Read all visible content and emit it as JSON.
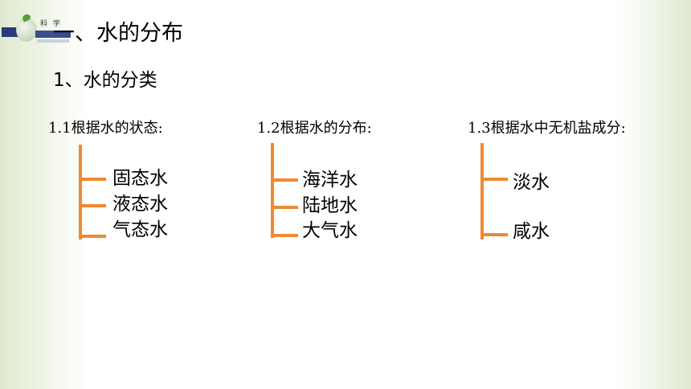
{
  "logo": {
    "text": "科 学"
  },
  "section_title": "一、水的分布",
  "subsection_title": "1、水的分类",
  "groups": [
    {
      "heading": "1.1根据水的状态:",
      "items": [
        "固态水",
        "液态水",
        "气态水"
      ]
    },
    {
      "heading": "1.2根据水的分布:",
      "items": [
        "海洋水",
        "陆地水",
        "大气水"
      ]
    },
    {
      "heading": "1.3根据水中无机盐成分:",
      "items": [
        "淡水",
        "咸水"
      ]
    }
  ],
  "colors": {
    "bracket": "#ee8a33",
    "background_accent": "#dfe9cf",
    "logo_band": "#2b3a7a"
  }
}
